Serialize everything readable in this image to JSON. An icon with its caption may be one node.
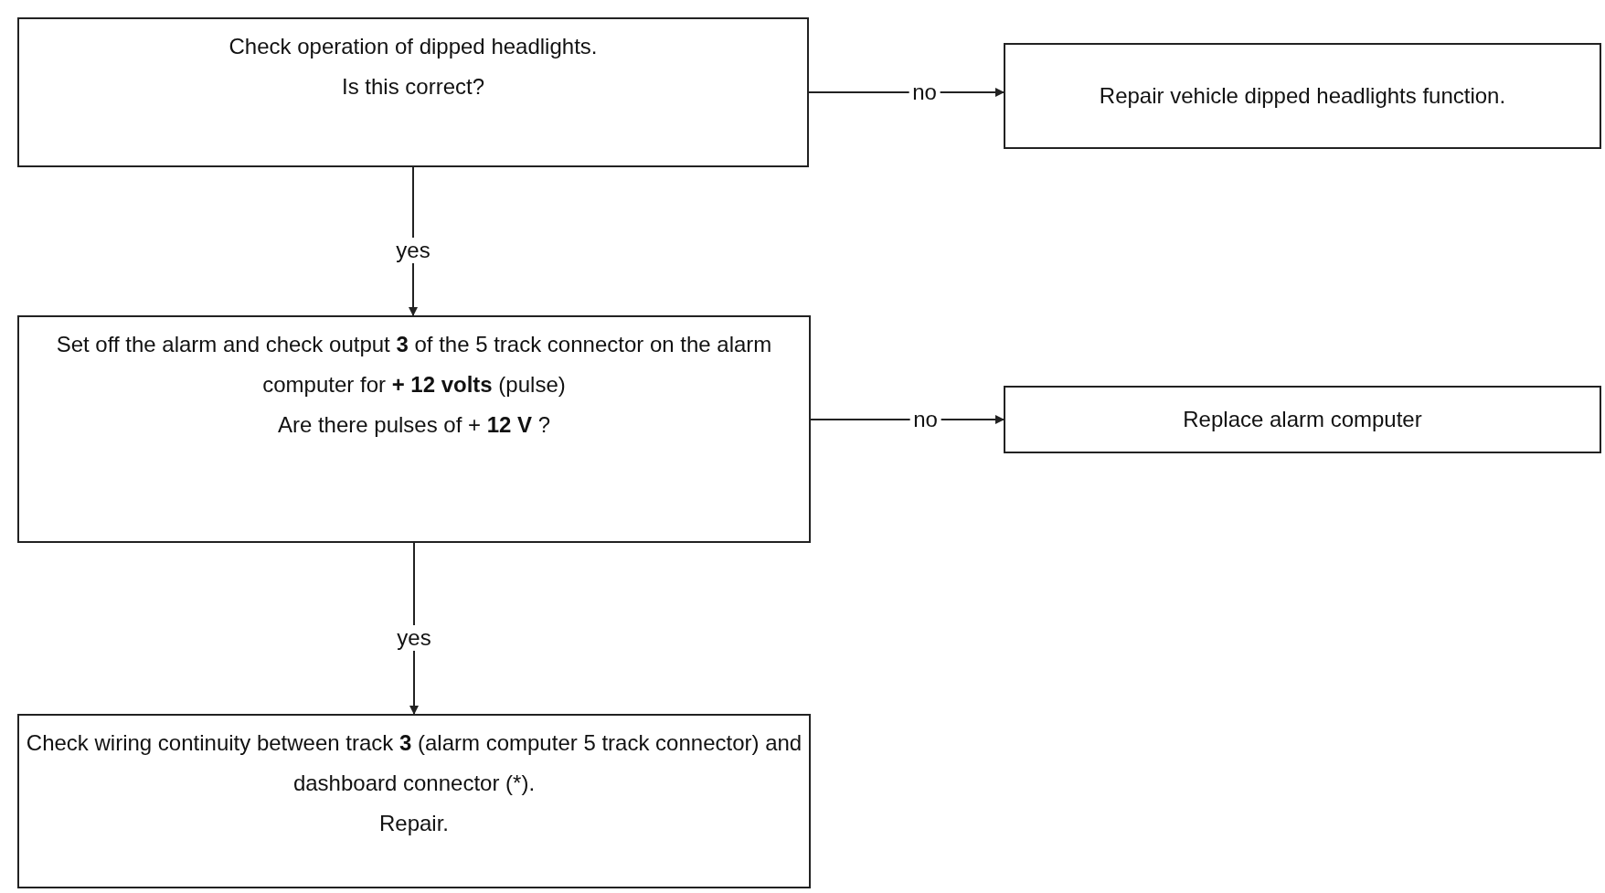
{
  "diagram": {
    "nodes": [
      {
        "text": [
          "Check operation of dipped headlights.",
          "Is this correct?"
        ]
      },
      {
        "text": [
          "Repair vehicle dipped headlights function."
        ]
      },
      {
        "text": [
          "Set off the alarm and check output **3** of the 5 track connector on the alarm computer for **+ 12 volts** (pulse)",
          "Are there pulses of + **12 V** ?"
        ]
      },
      {
        "text": [
          "Replace alarm computer"
        ]
      },
      {
        "text": [
          "Check wiring continuity between track **3** (alarm computer 5 track connector) and dashboard connector (*).",
          "Repair."
        ]
      }
    ],
    "edges": [
      {
        "from": 0,
        "to": 1,
        "arrow": "to",
        "label": "no"
      },
      {
        "from": 0,
        "to": 2,
        "arrow": "to",
        "label": "yes"
      },
      {
        "from": 2,
        "to": 3,
        "arrow": "to",
        "label": "no"
      },
      {
        "from": 2,
        "to": 4,
        "arrow": "to",
        "label": "yes"
      }
    ]
  }
}
